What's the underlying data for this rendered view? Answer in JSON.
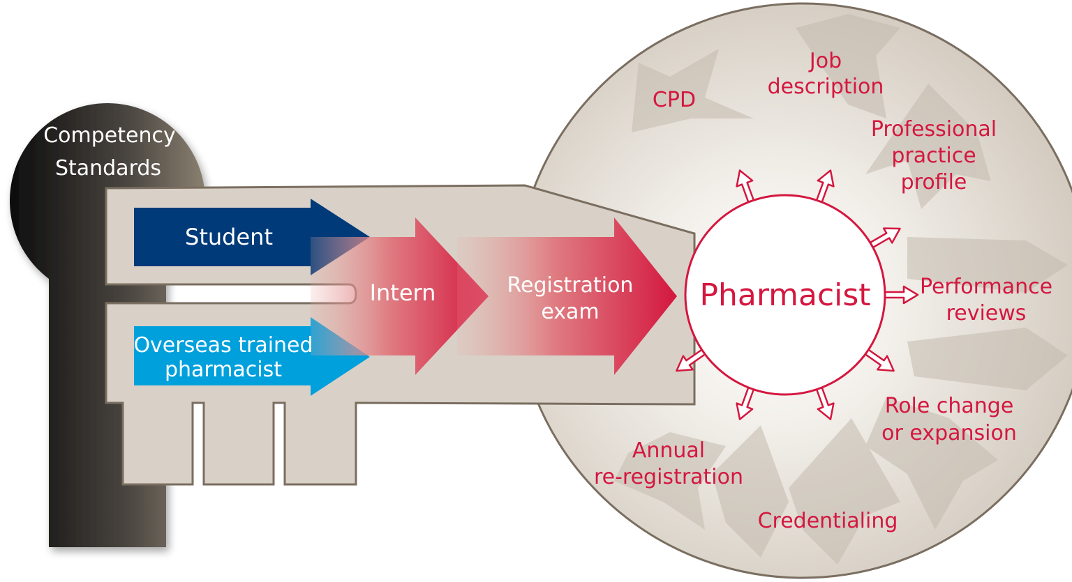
{
  "keyhole": {
    "line1": "Competency",
    "line2": "Standards"
  },
  "pathways": {
    "student": "Student",
    "overseas_line1": "Overseas trained",
    "overseas_line2": "pharmacist",
    "intern": "Intern",
    "exam_line1": "Registration",
    "exam_line2": "exam"
  },
  "center": {
    "label": "Pharmacist"
  },
  "activities": {
    "cpd": "CPD",
    "job_line1": "Job",
    "job_line2": "description",
    "profile_line1": "Professional",
    "profile_line2": "practice",
    "profile_line3": "profile",
    "perf_line1": "Performance",
    "perf_line2": "reviews",
    "role_line1": "Role change",
    "role_line2": "or expansion",
    "cred": "Credentialing",
    "annual_line1": "Annual",
    "annual_line2": "re-registration"
  },
  "colors": {
    "student_arrow": "#003a78",
    "overseas_arrow": "#00a0dc",
    "accent_red": "#d4173f",
    "key_fill": "#d9d1c7",
    "key_outline": "#7a6e60",
    "keyhole_dark": "#1a1a1a"
  }
}
